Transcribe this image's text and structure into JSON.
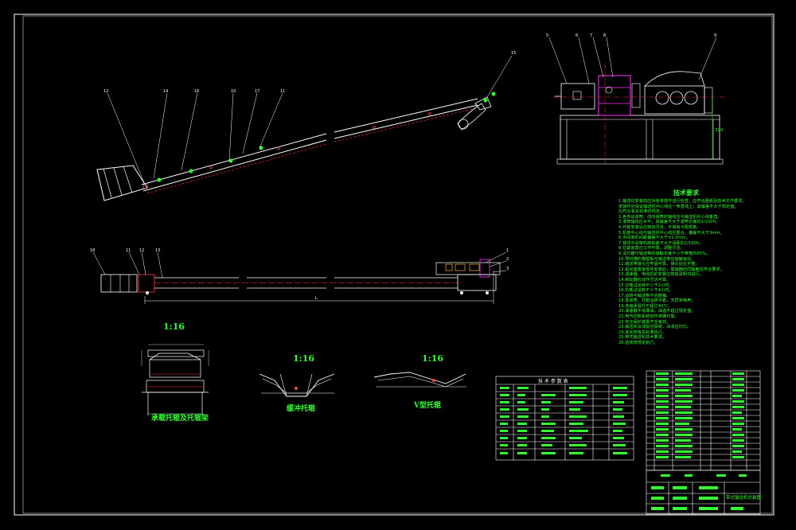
{
  "views": {
    "scale_a": "1:16",
    "scale_b": "1:16",
    "scale_c": "1:16"
  },
  "tech": {
    "title": "技术要求",
    "lines": [
      "1.输送机安装前应对各零部件进行检查，应符合图纸及技术文件要求。",
      "  安装时应保证输送机中心线在一条直线上，其偏差不大于规定值。",
      "  应符合有关标准的规定。",
      "2.各传动滚筒、改向滚筒的轴线应与输送机中心线垂直。",
      "3.滚筒轴线应水平，其偏差不大于滚筒长度的1/1000。",
      "4.托辊安装后应转动灵活，不得有卡阻现象。",
      "5.机架中心线与输送机中心线应重合，偏差不大于3mm。",
      "6.中间架的间距偏差不大于±1.5mm。",
      "7.相邻中间架的高低差不大于间距的2/1000。",
      "8.拉紧装置应工作可靠，调整灵活。",
      "9.清扫器与输送带的接触长度不小于带宽的85%。",
      "10.导料槽的橡胶板与输送带应接触良好。",
      "11.输送带接头应牢固可靠，接头处应平整。",
      "12.驱动装置各部件安装后，联轴器的同轴度应符合要求。",
      "13.减速器、电动机的安装应按其说明书进行。",
      "14.制动器应动作灵活可靠。",
      "15.空载试运转不少于2小时。",
      "16.负载试运转不少于4小时。",
      "17.运转中输送带不应跑偏。",
      "18.各滚筒、托辊运转平稳，无异常噪声。",
      "19.各轴承温升不超过40℃。",
      "20.减速器不得漏油，油温不超过规定值。",
      "21.电气控制系统动作准确可靠。",
      "22.安全保护装置齐全有效。",
      "23.输送机涂漆前应除锈，涂漆应均匀。",
      "24.其余按有关标准执行。",
      "25.带式输送机技术要求。",
      "26.验收按规定执行。"
    ]
  },
  "labels": {
    "carrying": "承载托辊及托辊架",
    "buffer": "缓冲托辊",
    "vroller": "V型托辊"
  },
  "spec_table": {
    "title": "技 术 参 数 表"
  },
  "title_block": {
    "drawing_name": "带式输送机总装图"
  }
}
